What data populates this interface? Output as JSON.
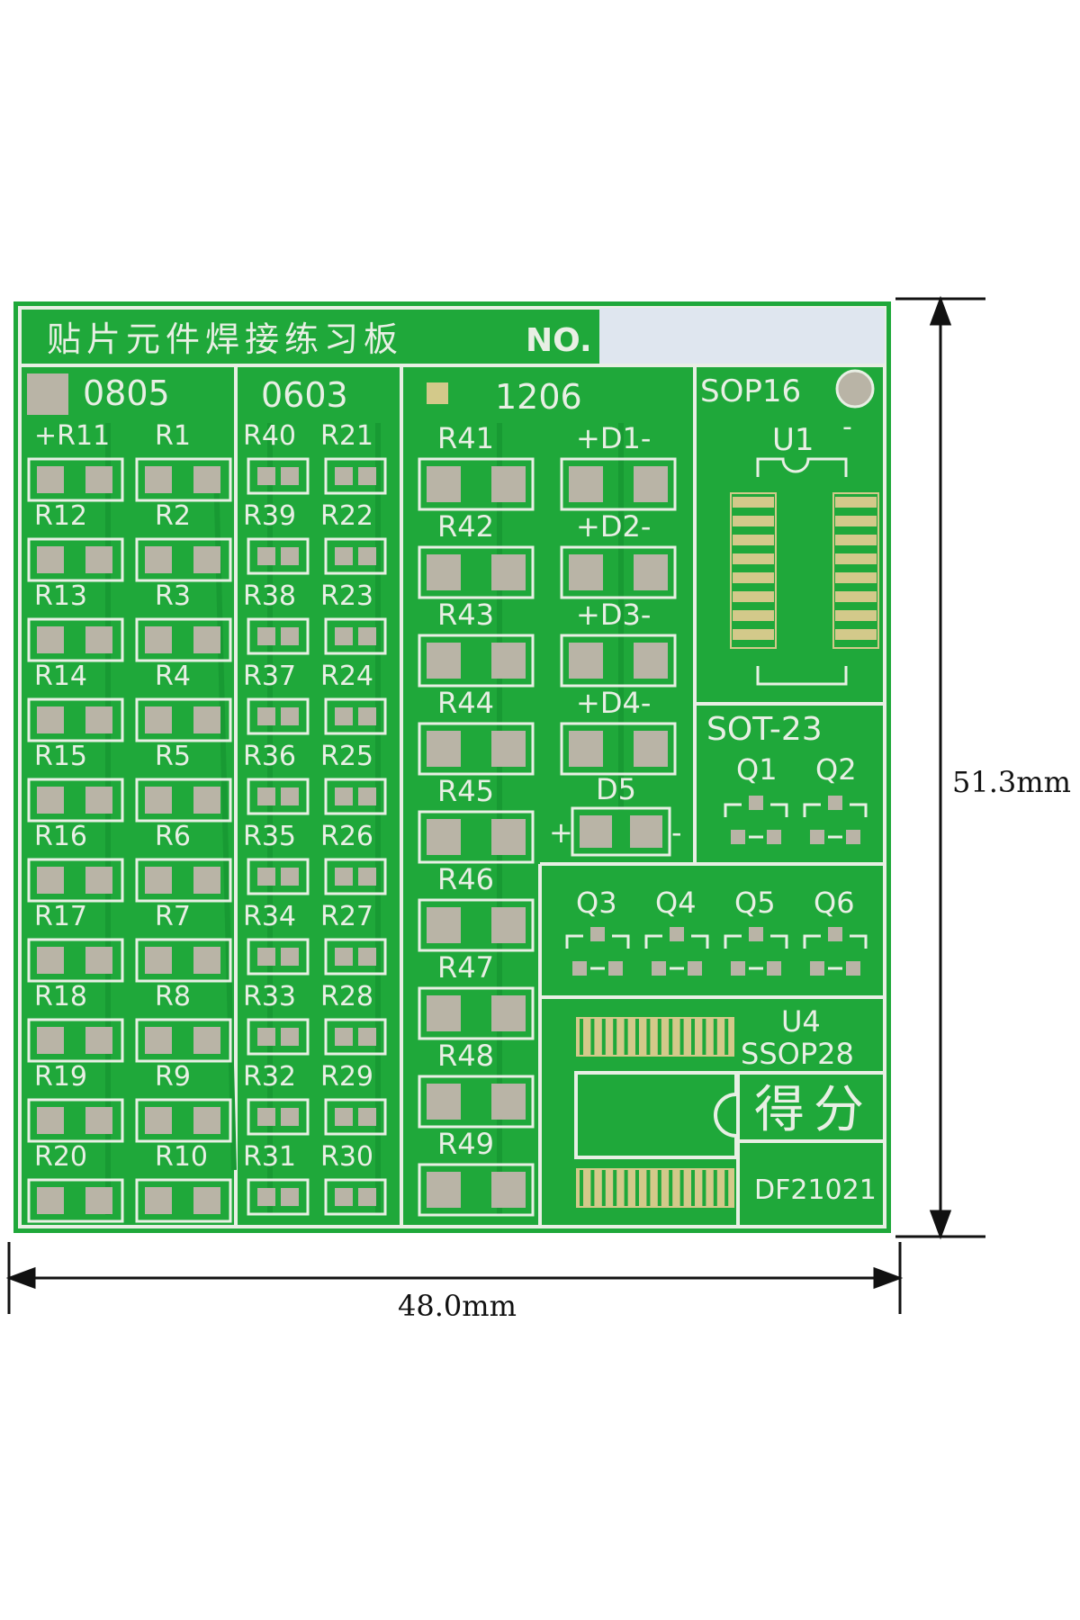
{
  "board": {
    "title": "贴片元件焊接练习板",
    "no_label": "NO.",
    "serial": "DF21021",
    "score_label": "得分"
  },
  "colors": {
    "pcb": "#1fa83a",
    "pcb_edge": "#148a2c",
    "trace": "#189a33",
    "silkscreen": "#e8efe4",
    "pad": "#b9b4a6",
    "gold": "#d3c98a",
    "label_box": "#dfe6ef"
  },
  "sections": {
    "s0805": {
      "title": "0805",
      "left_labels": [
        "+R11",
        "R12",
        "R13",
        "R14",
        "R15",
        "R16",
        "R17",
        "R18",
        "R19",
        "R20"
      ],
      "right_labels": [
        "R1",
        "R2",
        "R3",
        "R4",
        "R5",
        "R6",
        "R7",
        "R8",
        "R9",
        "R10"
      ]
    },
    "s0603": {
      "title": "0603",
      "left_labels": [
        "R40",
        "R39",
        "R38",
        "R37",
        "R36",
        "R35",
        "R34",
        "R33",
        "R32",
        "R31"
      ],
      "right_labels": [
        "R21",
        "R22",
        "R23",
        "R24",
        "R25",
        "R26",
        "R27",
        "R28",
        "R29",
        "R30"
      ]
    },
    "s1206": {
      "title": "1206",
      "resistor_labels": [
        "R41",
        "R42",
        "R43",
        "R44",
        "R45",
        "R46",
        "R47",
        "R48",
        "R49"
      ],
      "diode_labels": [
        "+D1-",
        "+D2-",
        "+D3-",
        "+D4-"
      ],
      "d5_label": "D5",
      "d5_plus": "+",
      "d5_minus": "-"
    },
    "sop16": {
      "title": "SOP16",
      "ref": "U1",
      "minus": "-"
    },
    "sot23": {
      "title": "SOT-23",
      "top_labels": [
        "Q1",
        "Q2"
      ],
      "bottom_labels": [
        "Q3",
        "Q4",
        "Q5",
        "Q6"
      ]
    },
    "ssop28": {
      "ref": "U4",
      "title": "SSOP28"
    }
  },
  "dimensions": {
    "width": "48.0mm",
    "height": "51.3mm"
  }
}
